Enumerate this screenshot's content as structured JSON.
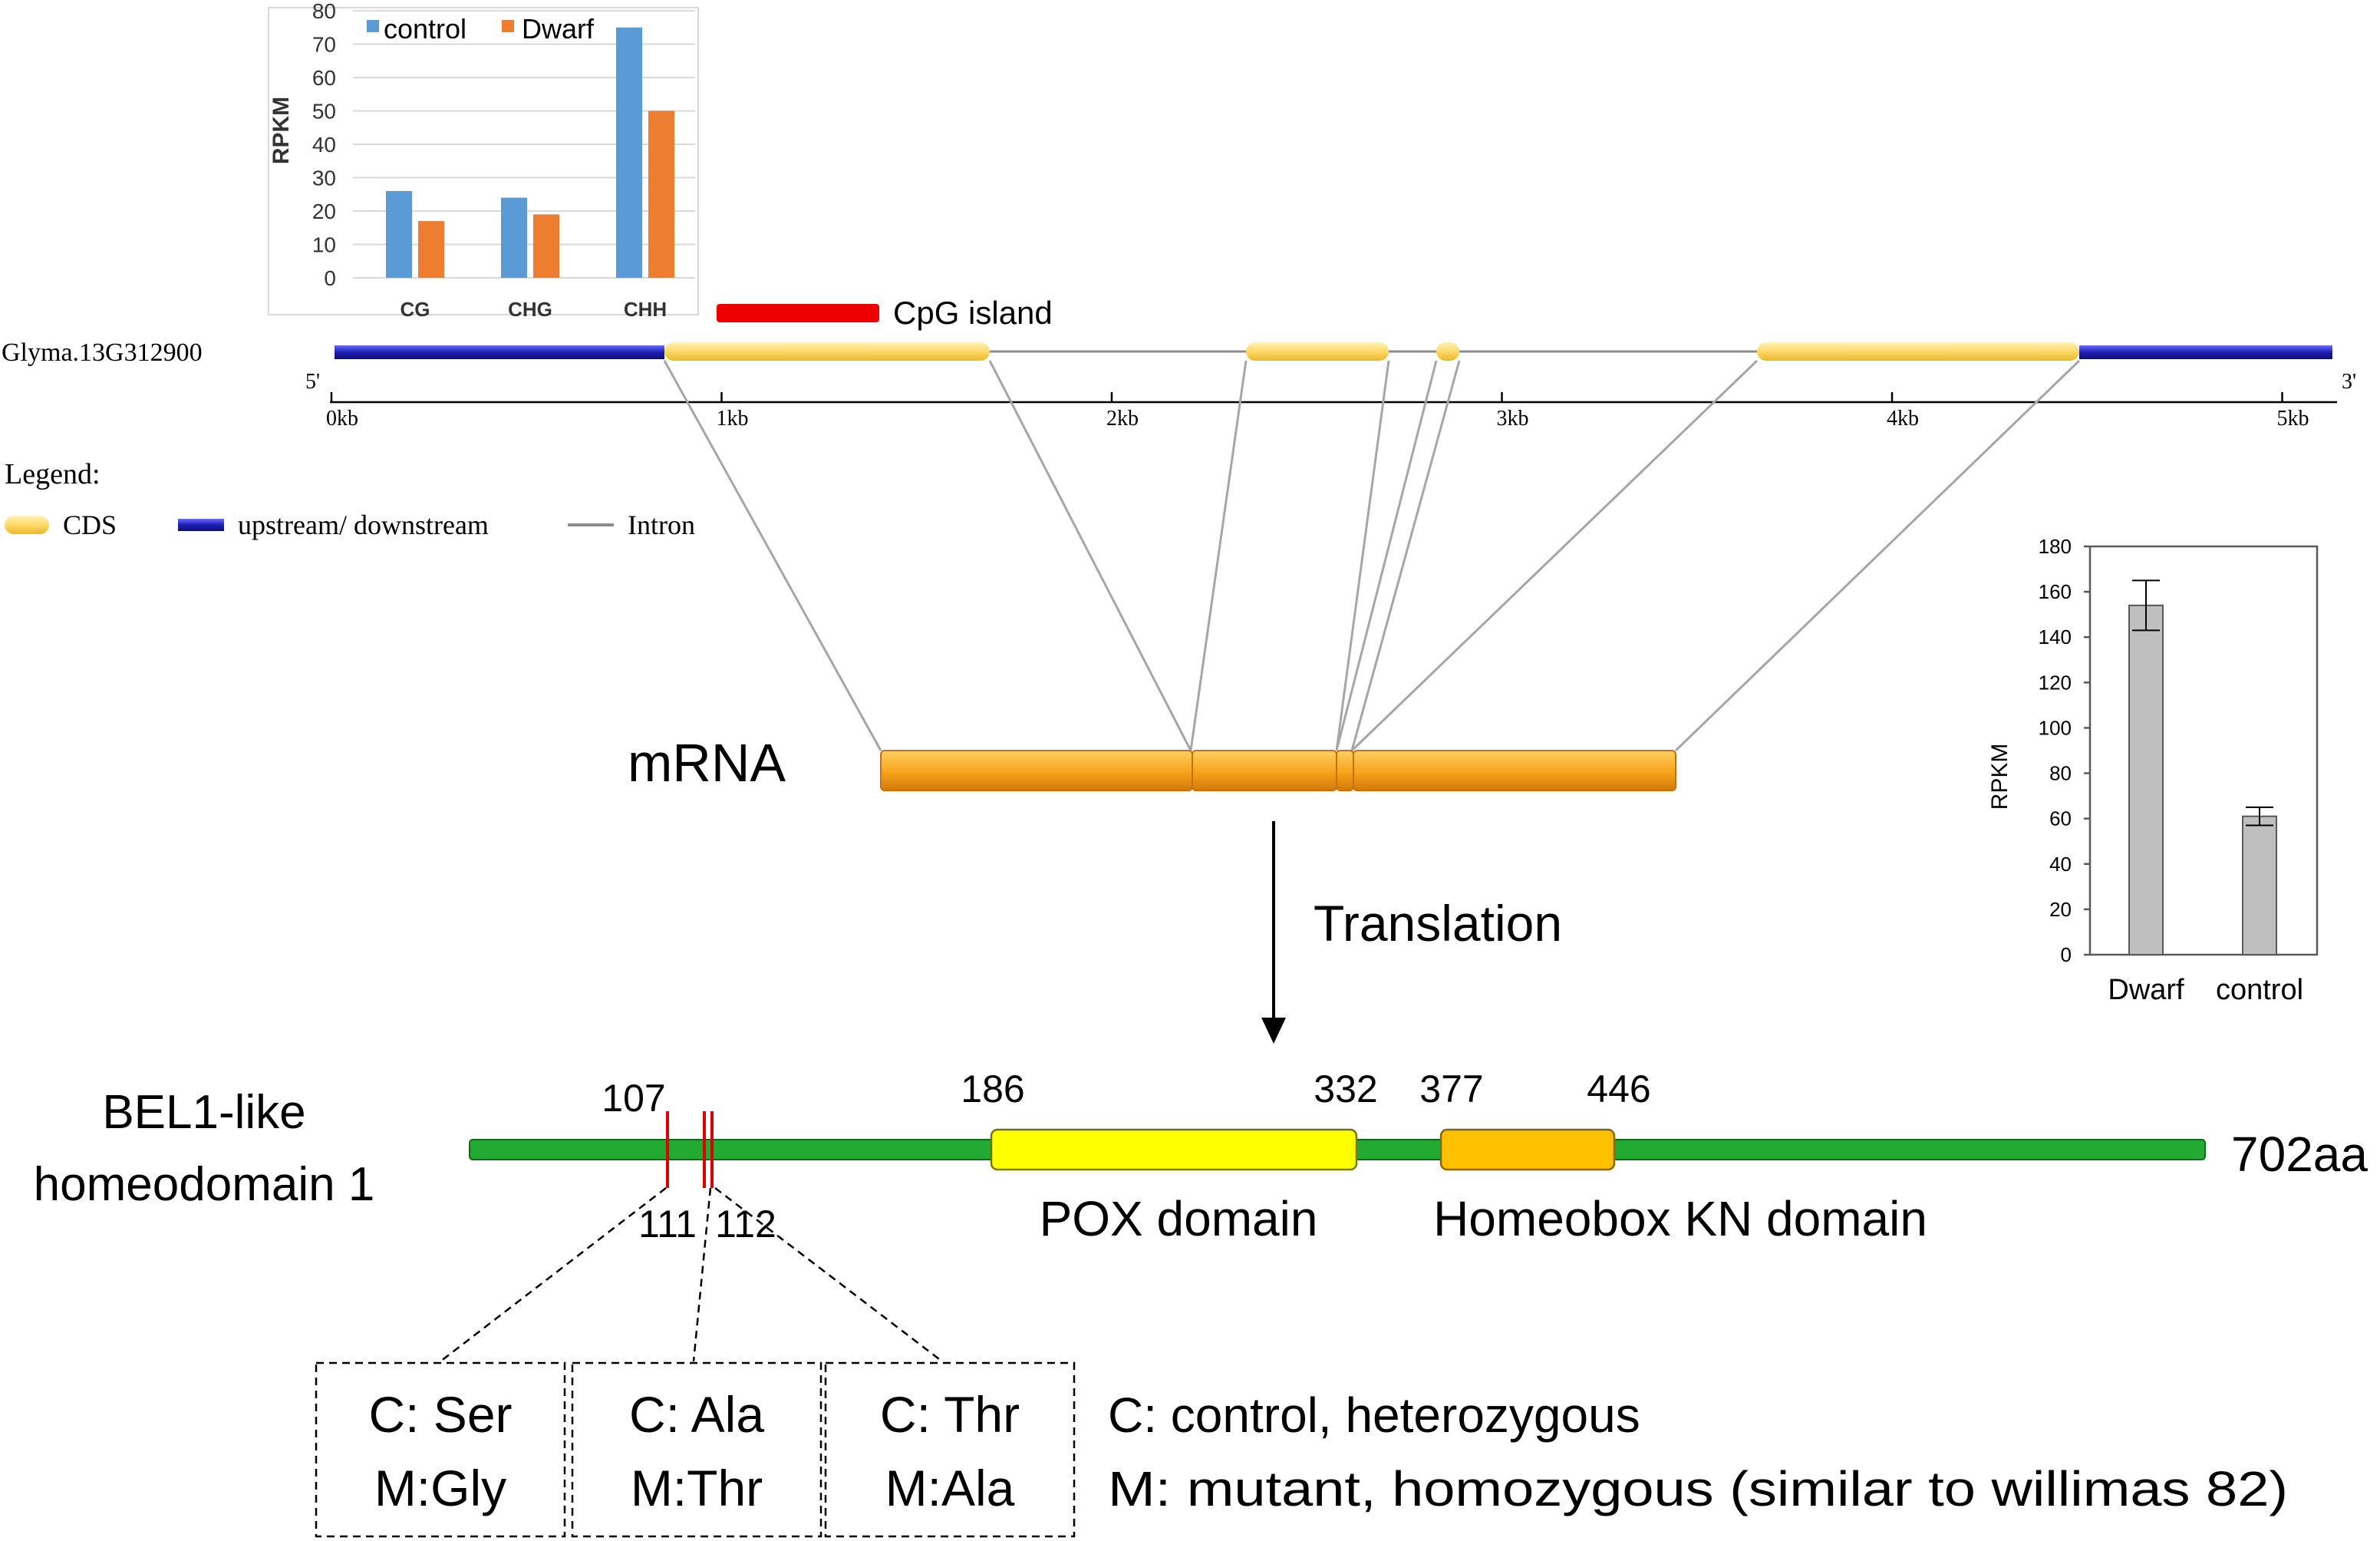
{
  "colors": {
    "control": "#5b9bd5",
    "dwarf": "#ed7d31",
    "cds": "#ffd966",
    "utr": "#1f1fb4",
    "intron": "#8c8c8c",
    "cpg": "#ee0000",
    "mrna": "#f7a21b",
    "protein": "#22aa33",
    "pox": "#ffff00",
    "homeobox": "#ffc000",
    "snp": "#dd0000",
    "expression_bar": "#bfbfbf"
  },
  "chart_data": [
    {
      "type": "bar",
      "title": "",
      "ylabel": "RPKM",
      "xlabel": "",
      "ylim": [
        0,
        80
      ],
      "yticks": [
        "0",
        "10",
        "20",
        "30",
        "40",
        "50",
        "60",
        "70",
        "80"
      ],
      "categories": [
        "CG",
        "CHG",
        "CHH"
      ],
      "legend_position": "top",
      "series": [
        {
          "name": "control",
          "values": [
            26,
            24,
            75
          ]
        },
        {
          "name": "Dwarf",
          "values": [
            17,
            19,
            50
          ]
        }
      ]
    },
    {
      "type": "bar",
      "title": "",
      "ylabel": "RPKM",
      "xlabel": "",
      "ylim": [
        0,
        180
      ],
      "yticks": [
        "0",
        "20",
        "40",
        "60",
        "80",
        "100",
        "120",
        "140",
        "160",
        "180"
      ],
      "categories": [
        "Dwarf",
        "control"
      ],
      "values": [
        154,
        61
      ],
      "error": [
        11,
        4
      ]
    }
  ],
  "gene": {
    "name": "Glyma.13G312900",
    "five_prime": "5'",
    "three_prime": "3'",
    "axis_ticks": [
      "0kb",
      "1kb",
      "2kb",
      "3kb",
      "4kb",
      "5kb"
    ],
    "cpg_label": "CpG island",
    "legend_title": "Legend:",
    "legend_cds": "CDS",
    "legend_utr": "upstream/ downstream",
    "legend_intron": "Intron"
  },
  "mrna": {
    "label": "mRNA"
  },
  "translation": {
    "label": "Translation"
  },
  "protein": {
    "name_line1": "BEL1-like",
    "name_line2": "homeodomain 1",
    "length_label": "702aa",
    "pos_107": "107",
    "pos_111": "111",
    "pos_112": "112",
    "pos_186": "186",
    "pos_332": "332",
    "pos_377": "377",
    "pos_446": "446",
    "pox_label": "POX domain",
    "homeobox_label": "Homeobox KN domain"
  },
  "mutations": [
    {
      "control": "C: Ser",
      "mutant": "M:Gly"
    },
    {
      "control": "C: Ala",
      "mutant": "M:Thr"
    },
    {
      "control": "C: Thr",
      "mutant": "M:Ala"
    }
  ],
  "key": {
    "control": "C: control, heterozygous",
    "mutant": "M: mutant, homozygous (similar to willimas 82)"
  }
}
